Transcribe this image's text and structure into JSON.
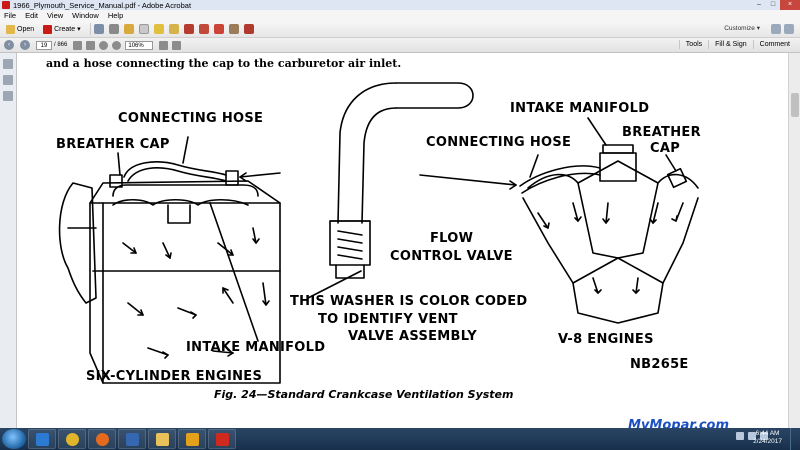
{
  "window": {
    "title": "1966_Plymouth_Service_Manual.pdf - Adobe Acrobat",
    "min_glyph": "–",
    "max_glyph": "□",
    "close_glyph": "×"
  },
  "menu": [
    "File",
    "Edit",
    "View",
    "Window",
    "Help"
  ],
  "toolbar": {
    "open_label": "Open",
    "create_label": "Create",
    "create_arrow": "▾",
    "customize_label": "Customize",
    "customize_arrow": "▾"
  },
  "navigation": {
    "prev_glyph": "‹",
    "next_glyph": "›",
    "current_page": "19",
    "page_count": "/ 866",
    "zoom": "106%"
  },
  "panels": {
    "tools": "Tools",
    "fill_sign": "Fill & Sign",
    "comment": "Comment"
  },
  "document": {
    "intro_text": "and a hose connecting the cap to the carburetor air    inlet.",
    "labels": {
      "connecting_hose_left": "CONNECTING HOSE",
      "breather_cap_left": "BREATHER CAP",
      "intake_manifold_top": "INTAKE MANIFOLD",
      "connecting_hose_right": "CONNECTING HOSE",
      "breather_right": "BREATHER",
      "cap_right": "CAP",
      "flow": "FLOW",
      "control_valve": "CONTROL VALVE",
      "washer_line1": "THIS WASHER IS COLOR CODED",
      "washer_line2": "TO IDENTIFY VENT",
      "washer_line3": "VALVE ASSEMBLY",
      "intake_manifold_bottom": "INTAKE MANIFOLD",
      "v8_engines": "V-8 ENGINES",
      "code": "NB265E",
      "six_cylinder": "SIX-CYLINDER ENGINES"
    },
    "caption": "Fig. 24—Standard Crankcase Ventilation System"
  },
  "taskbar": {
    "watermark": "MyMopar.com",
    "time": "6:44 AM",
    "date": "2/24/2017",
    "items": [
      {
        "name": "ie",
        "color": "#2b7bd3"
      },
      {
        "name": "chrome",
        "color": "#e0b52a"
      },
      {
        "name": "firefox",
        "color": "#e56a1e"
      },
      {
        "name": "shield",
        "color": "#3568b0"
      },
      {
        "name": "folder",
        "color": "#e8c15a"
      },
      {
        "name": "outlook",
        "color": "#e3a11b"
      },
      {
        "name": "acrobat",
        "color": "#d02a20"
      }
    ]
  },
  "colors": {
    "acrobat_red": "#c91b14",
    "titlebar": "#dde6f2",
    "taskbar": "#1f3a5a",
    "watermark_blue": "#1d4fc4"
  }
}
